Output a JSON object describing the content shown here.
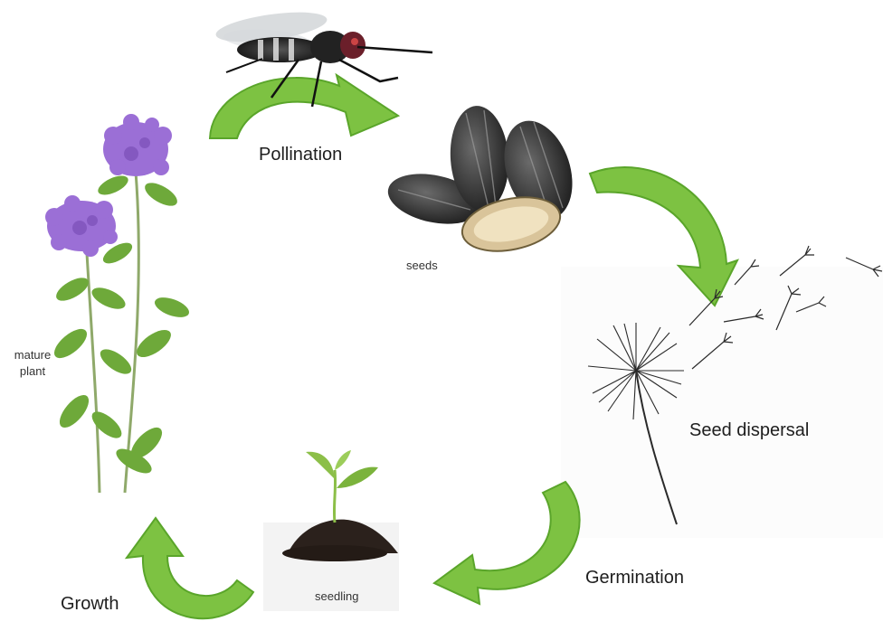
{
  "stages": {
    "pollination": "Pollination",
    "seed_dispersal": "Seed dispersal",
    "germination": "Germination",
    "growth": "Growth"
  },
  "captions": {
    "seeds": "seeds",
    "seedling": "seedling",
    "mature_line1": "mature",
    "mature_line2": "plant"
  },
  "colors": {
    "arrow_fill": "#7dc242",
    "arrow_stroke": "#5aa52a",
    "flower": "#9b6fd6",
    "leaf": "#6ea93a",
    "soil": "#2b211c"
  },
  "icons": [
    "fly-icon",
    "sunflower-seeds-icon",
    "dandelion-icon",
    "seedling-icon",
    "thyme-plant-icon",
    "cycle-arrow-icon"
  ]
}
